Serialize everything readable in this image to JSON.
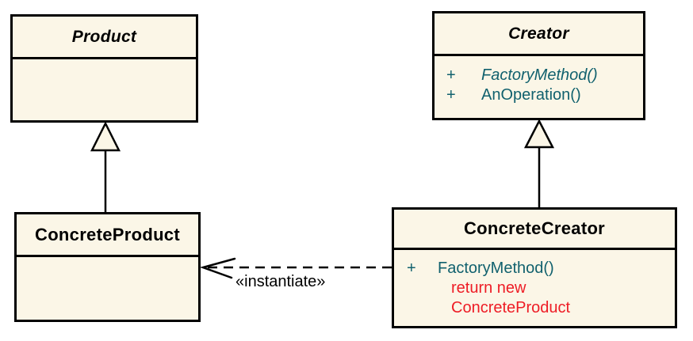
{
  "colors": {
    "box_fill": "#FBF6E7",
    "border": "#000000",
    "method_text": "#11616E",
    "annotation_text": "#EE1C25"
  },
  "classes": {
    "product": {
      "name": "Product"
    },
    "creator": {
      "name": "Creator",
      "methods": [
        {
          "visibility": "+",
          "name": "FactoryMethod()"
        },
        {
          "visibility": "+",
          "name": "AnOperation()"
        }
      ]
    },
    "concrete_product": {
      "name": "ConcreteProduct"
    },
    "concrete_creator": {
      "name": "ConcreteCreator",
      "methods": [
        {
          "visibility": "+",
          "name": "FactoryMethod()"
        }
      ],
      "code_note_lines": [
        "return new",
        "ConcreteProduct"
      ]
    }
  },
  "relations": {
    "instantiate_label": "«instantiate»"
  }
}
